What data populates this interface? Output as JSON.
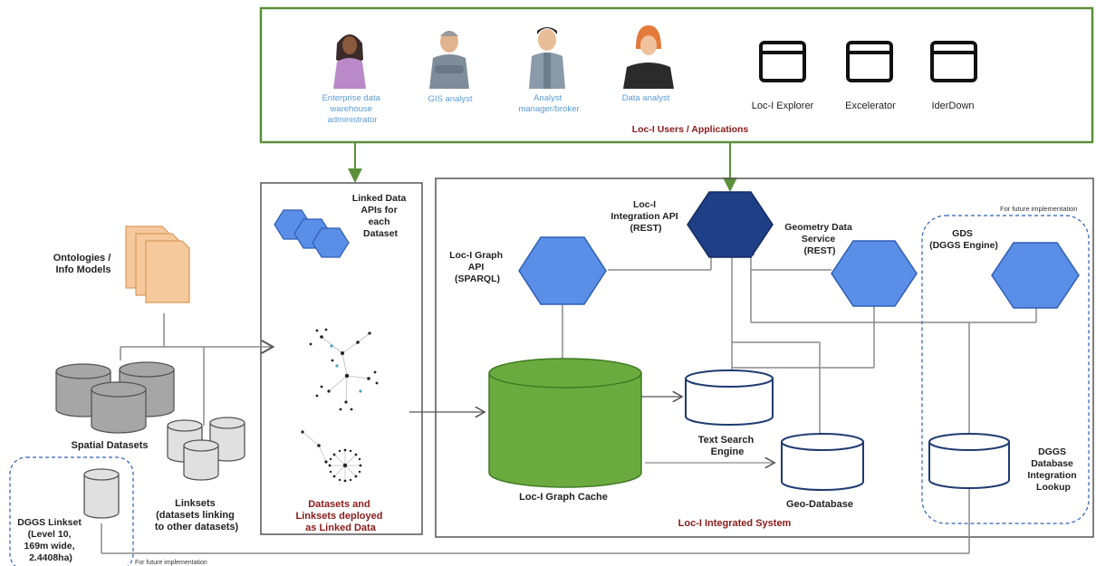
{
  "users_box": {
    "title": "Loc-I Users / Applications",
    "personas": [
      {
        "name": "enterprise-admin",
        "icon": "woman-hijab-icon",
        "lines": [
          "Enterprise data",
          "warehouse",
          "administrator"
        ]
      },
      {
        "name": "gis-analyst",
        "icon": "man-arms-crossed-icon",
        "lines": [
          "GIS analyst"
        ]
      },
      {
        "name": "analyst-manager",
        "icon": "man-backpack-icon",
        "lines": [
          "Analyst",
          "manager/broker"
        ]
      },
      {
        "name": "data-analyst",
        "icon": "woman-icon",
        "lines": [
          "Data analyst"
        ]
      }
    ],
    "apps": [
      {
        "name": "loc-i-explorer",
        "icon": "browser-window-icon",
        "label": "Loc-I Explorer"
      },
      {
        "name": "excelerator",
        "icon": "browser-window-icon",
        "label": "Excelerator"
      },
      {
        "name": "iderdown",
        "icon": "browser-window-icon",
        "label": "IderDown"
      }
    ]
  },
  "left": {
    "ontologies": [
      "Ontologies /",
      "Info Models"
    ],
    "spatial": "Spatial Datasets",
    "linksets": [
      "Linksets",
      "(datasets linking",
      "to other datasets)"
    ],
    "dggs_linkset": [
      "DGGS Linkset",
      "(Level 10,",
      "169m wide,",
      "2.4408ha)"
    ],
    "future_bottom": "For future implementation"
  },
  "middle": {
    "apis": [
      "Linked Data",
      "APIs for",
      "each",
      "Dataset"
    ],
    "deployed": [
      "Datasets and",
      "Linksets deployed",
      "as Linked Data"
    ]
  },
  "system": {
    "title": "Loc-I Integrated System",
    "integration_api": [
      "Loc-I",
      "Integration API",
      "(REST)"
    ],
    "graph_api": [
      "Loc-I Graph",
      "API",
      "(SPARQL)"
    ],
    "geometry": [
      "Geometry Data",
      "Service",
      "(REST)"
    ],
    "gds": [
      "GDS",
      "(DGGS Engine)"
    ],
    "future_top": "For future implementation",
    "graph_cache": "Loc-I Graph Cache",
    "text_search": [
      "Text Search",
      "Engine"
    ],
    "geo_db": "Geo-Database",
    "dggs_lookup": [
      "DGGS",
      "Database",
      "Integration",
      "Lookup"
    ]
  },
  "colors": {
    "green_border": "#5b8f3a",
    "dark_red": "#8b1a1a",
    "hex_blue": "#5b8ee6",
    "hex_dark": "#1f3f86",
    "db_green": "#6aaa3f",
    "db_gray": "#a6a6a6",
    "doc_orange": "#f6c99c",
    "cyl_outline": "#1f3b70",
    "gray_line": "#8a8a8a",
    "persona_text": "#5b9bd5"
  }
}
